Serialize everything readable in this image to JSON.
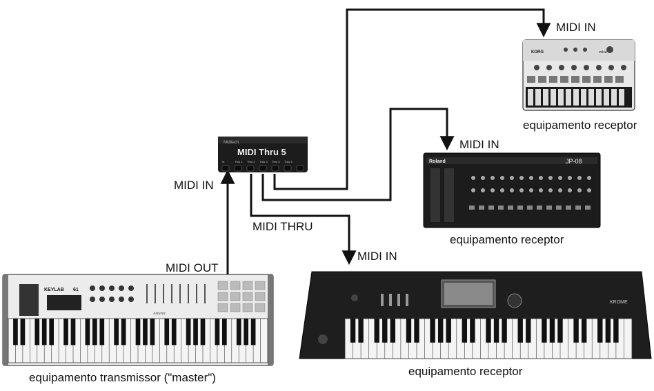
{
  "thru_box": {
    "brand": "Miditech",
    "title": "MIDI Thru 5",
    "port_labels": [
      "In",
      "Thru 1",
      "Thru 2",
      "Thru 3",
      "Thru 4",
      "Thru 5"
    ]
  },
  "labels": {
    "midi_in_top": "MIDI IN",
    "midi_in_jp": "MIDI IN",
    "midi_in_box": "MIDI IN",
    "midi_thru": "MIDI THRU",
    "midi_in_korg": "MIDI IN",
    "midi_out": "MIDI OUT"
  },
  "captions": {
    "volca": "equipamento receptor",
    "jp08": "equipamento receptor",
    "korg": "equipamento receptor",
    "keylab": "equipamento transmissor (\"master\")"
  },
  "devices": {
    "volca": {
      "brand": "KORG",
      "model": "volca"
    },
    "jp08": {
      "brand": "Roland",
      "model": "JP-08"
    },
    "korg": {
      "model": "KROME"
    },
    "keylab": {
      "brand": "KEYLAB",
      "model": "61",
      "maker": "Arturia"
    }
  },
  "colors": {
    "line": "#111111",
    "device_dark": "#1e1e1e",
    "device_light": "#e6e6e6"
  }
}
